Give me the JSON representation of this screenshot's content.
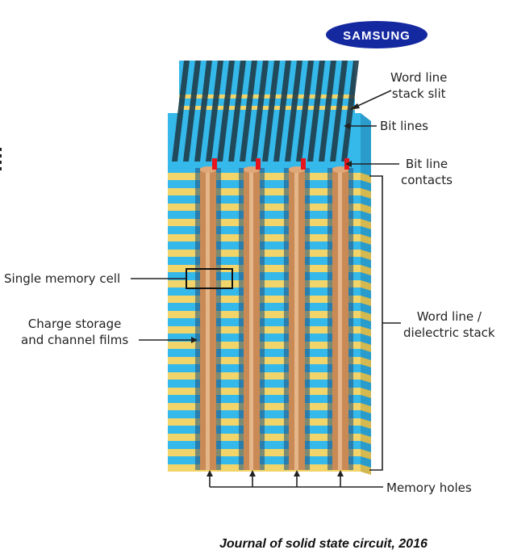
{
  "logo": {
    "text": "SAMSUNG",
    "color": "#1428a0"
  },
  "labels": {
    "word_line_stack_slit": [
      "Word line",
      "stack slit"
    ],
    "bit_lines": "Bit lines",
    "bit_line_contacts": [
      "Bit line",
      "contacts"
    ],
    "single_memory_cell": "Single memory cell",
    "charge_storage": [
      "Charge storage",
      "and channel films"
    ],
    "word_line_dielectric": [
      "Word line /",
      "dielectric stack"
    ],
    "memory_holes": "Memory holes"
  },
  "footer": "Journal of solid state circuit, 2016",
  "colors": {
    "dielectric": "#35b8ea",
    "word_line": "#f2d56a",
    "pillar": "#c98a55",
    "contact": "#e8141b",
    "bit_line": "#1f3d4a"
  }
}
